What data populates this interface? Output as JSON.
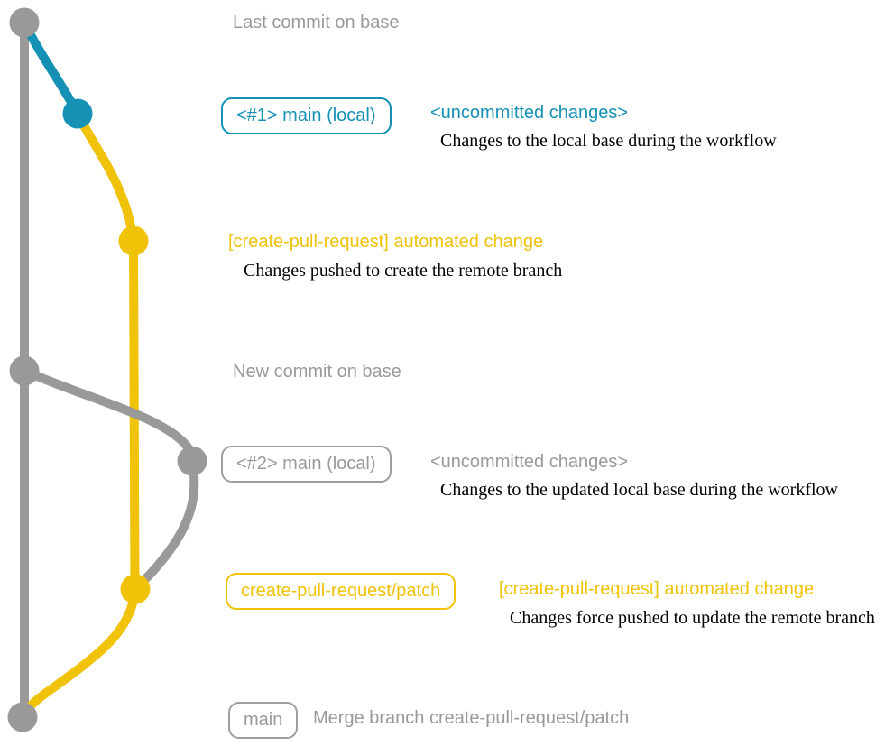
{
  "colors": {
    "gray": "#999999",
    "blue": "#1591b5",
    "yellow": "#f0c208",
    "annotation_text": "#000000",
    "background": "#ffffff"
  },
  "rows": {
    "r1": {
      "title": "Last commit on base"
    },
    "r2": {
      "branch_label": "<#1> main (local)",
      "title": "<uncommitted changes>",
      "description": "Changes to the local base during the workflow"
    },
    "r3": {
      "title": "[create-pull-request] automated change",
      "description": "Changes pushed to create the remote branch"
    },
    "r4": {
      "title": "New commit on base"
    },
    "r5": {
      "branch_label": "<#2> main (local)",
      "title": "<uncommitted changes>",
      "description": "Changes to the updated local base during the workflow"
    },
    "r6": {
      "branch_label": "create-pull-request/patch",
      "title": "[create-pull-request] automated change",
      "description": "Changes force pushed to update the remote branch"
    },
    "r7": {
      "branch_label": "main",
      "title": "Merge branch create-pull-request/patch"
    }
  }
}
